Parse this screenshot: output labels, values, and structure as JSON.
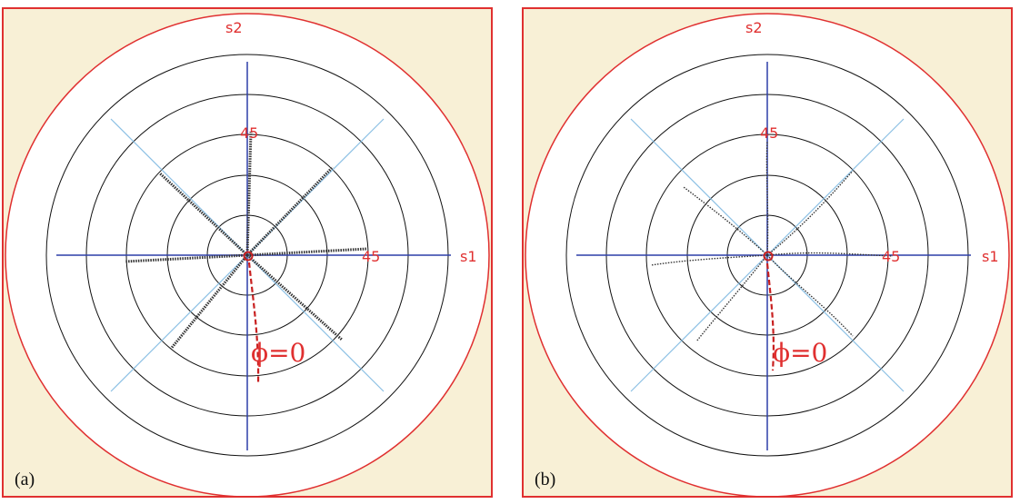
{
  "colors": {
    "background": "#f8f0d6",
    "border": "#e03030",
    "annotation": "#e03030",
    "axis": "#2d3ea8",
    "diagonal": "#8cc0e4",
    "circle": "#111111",
    "trace": "#333333"
  },
  "panels": [
    {
      "label": "(a)",
      "axis_s1": "s1",
      "axis_s2": "s2",
      "tick_top": "45",
      "tick_right": "45",
      "trace_label": "ϕ=0"
    },
    {
      "label": "(b)",
      "axis_s1": "s1",
      "axis_s2": "s2",
      "tick_top": "45",
      "tick_right": "45",
      "trace_label": "ϕ=0"
    }
  ]
}
